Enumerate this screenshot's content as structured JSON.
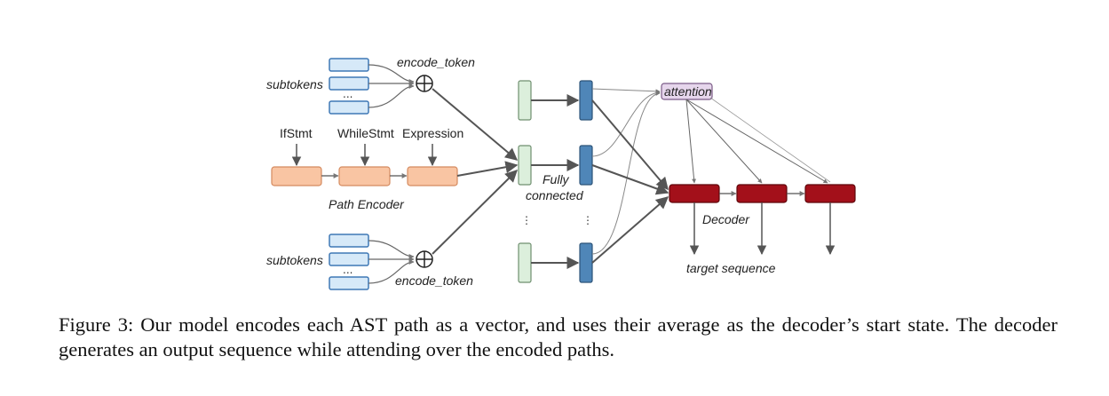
{
  "figure": {
    "labels": {
      "subtokens_top": "subtokens",
      "subtokens_bottom": "subtokens",
      "encode_token_top": "encode_token",
      "encode_token_bottom": "encode_token",
      "node_ifstmt": "IfStmt",
      "node_whilestmt": "WhileStmt",
      "node_expression": "Expression",
      "path_encoder": "Path Encoder",
      "fully": "Fully",
      "connected": "connected",
      "attention": "attention",
      "decoder": "Decoder",
      "target_sequence": "target sequence",
      "ellipsis": "...",
      "vdots": "⋮"
    },
    "colors": {
      "subtoken_fill": "#d6e9f8",
      "subtoken_stroke": "#3f78b5",
      "path_node_fill": "#f9c5a3",
      "path_node_stroke": "#d48a5f",
      "path_vec_fill": "#dcefdc",
      "path_vec_stroke": "#6f8f6f",
      "fc_fill": "#4f86b8",
      "fc_stroke": "#2c5378",
      "attention_fill": "#e6d6ec",
      "attention_stroke": "#7a5a86",
      "decoder_fill": "#a3101a",
      "decoder_stroke": "#5e060b",
      "arrow": "#555555"
    }
  },
  "caption": {
    "text": "Figure 3: Our model encodes each AST path as a vector, and uses their average as the decoder’s start state. The decoder generates an output sequence while attending over the encoded paths."
  }
}
